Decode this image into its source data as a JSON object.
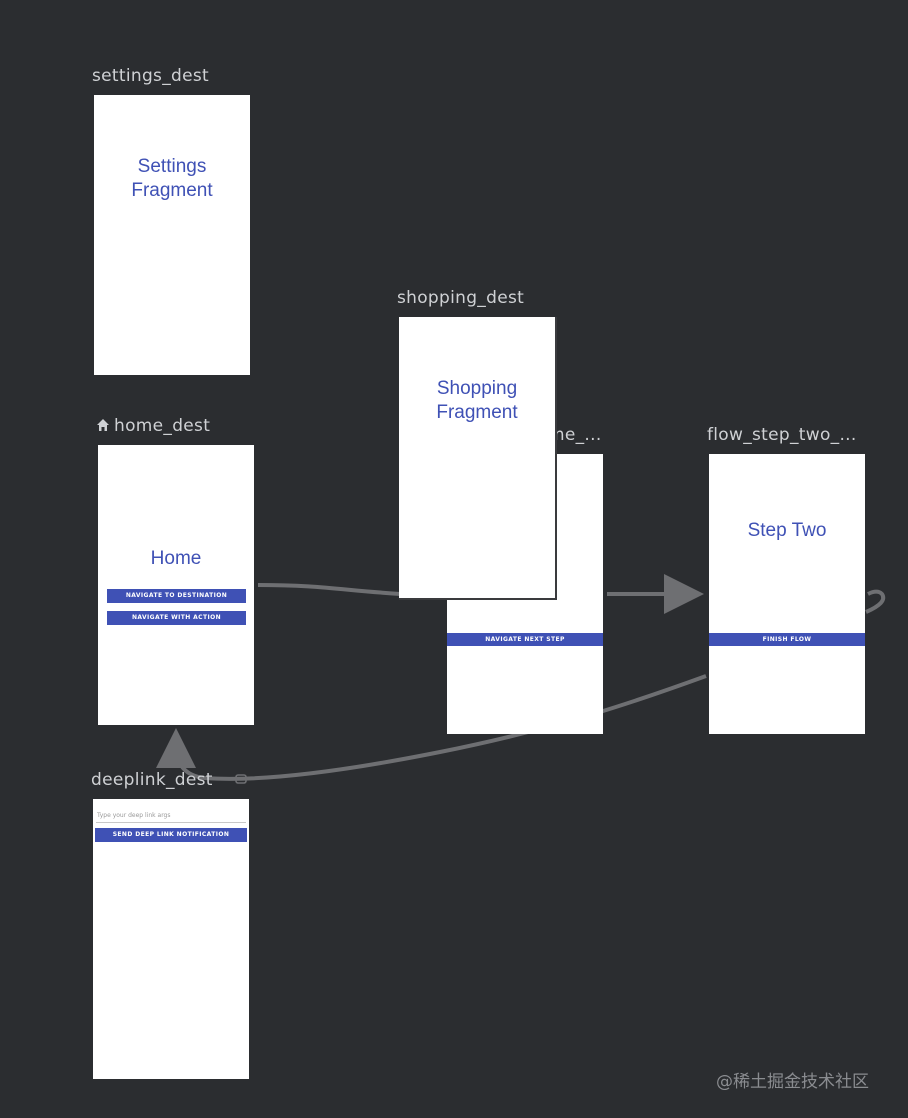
{
  "destinations": {
    "settings": {
      "id": "settings_dest",
      "title": "Settings\nFragment"
    },
    "shopping": {
      "id": "shopping_dest",
      "title": "Shopping\nFragment"
    },
    "home": {
      "id": "home_dest",
      "title": "Home",
      "buttons": [
        "NAVIGATE TO DESTINATION",
        "NAVIGATE WITH ACTION"
      ]
    },
    "flow_step_one": {
      "id": "me_...",
      "title_fragment": "e",
      "button": "NAVIGATE NEXT STEP"
    },
    "flow_step_two": {
      "id": "flow_step_two_...",
      "title": "Step Two",
      "button": "FINISH FLOW"
    },
    "deeplink": {
      "id": "deeplink_dest",
      "input_placeholder": "Type your deep link args",
      "button": "SEND DEEP LINK NOTIFICATION"
    }
  },
  "icons": {
    "start_destination": "home-icon",
    "deep_link": "link-icon"
  },
  "colors": {
    "canvas": "#2b2d30",
    "label": "#cfd1d4",
    "accent": "#3f51b5",
    "edge": "#6e6f72"
  },
  "watermark": "@稀土掘金技术社区"
}
